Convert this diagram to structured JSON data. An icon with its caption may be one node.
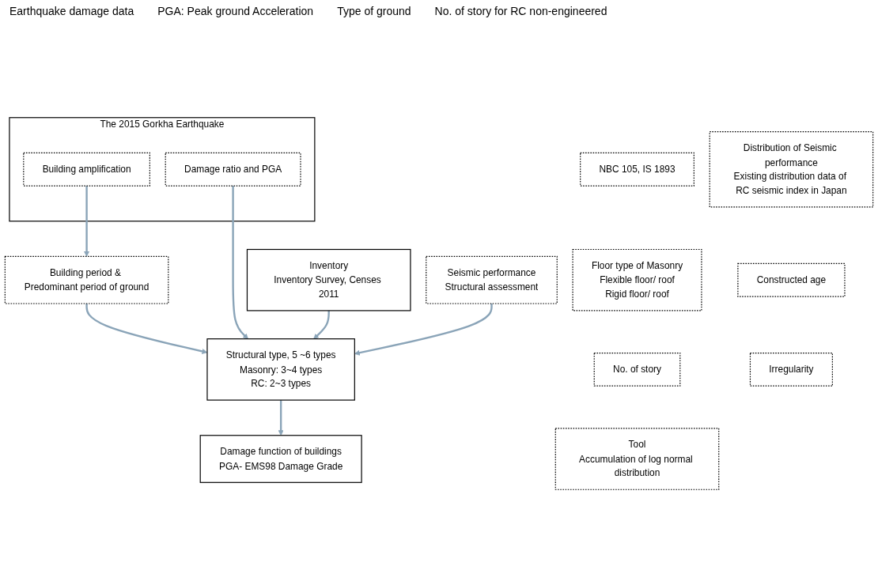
{
  "diagram": {
    "nodes": [
      {
        "text": [
          "The 2015 Gorkha Earthquake"
        ]
      },
      {
        "text": [
          "Building amplification"
        ],
        "in": 0
      },
      {
        "text": [
          "Damage ratio and PGA"
        ],
        "in": 0
      },
      {
        "text": [
          "Building period & Predominant period of ground"
        ]
      },
      {
        "text": [
          "Structural type, 5 ~6 types",
          "Masonry: 3~4 types",
          "RC: 2~3 types"
        ]
      },
      {
        "text": [
          "Inventory",
          "Inventory Survey, Censes 2011"
        ]
      },
      {
        "text": [
          "NBC 105, IS 1893"
        ]
      },
      {
        "text": [
          "Seismic performance",
          "Structural assessment"
        ]
      },
      {
        "text": [
          "Distribution of Seismic performance",
          "Existing distribution data of RC seismic index in Japan"
        ]
      },
      {
        "text": [
          "Damage function of buildings",
          "PGA- EMS98 Damage Grade"
        ]
      },
      {
        "text": [
          "Floor type of Masonry",
          "Flexible floor/ roof",
          "Rigid floor/ roof"
        ]
      },
      {
        "text": [
          "Constructed age"
        ]
      },
      {
        "text": [
          "No. of story"
        ]
      },
      {
        "text": [
          "Irregularity"
        ]
      },
      {
        "text": [
          "Tool",
          "Accumulation of log normal distribution"
        ]
      }
    ],
    "edges": [
      {
        "from": 1,
        "to": 3,
        "arrow": "to"
      },
      {
        "from": 3,
        "to": 4,
        "arrow": "to"
      },
      {
        "from": 2,
        "to": 4,
        "arrow": "to"
      },
      {
        "from": 5,
        "to": 4,
        "arrow": "to"
      },
      {
        "from": 7,
        "to": 4,
        "arrow": "to"
      },
      {
        "from": 4,
        "to": 9,
        "arrow": "to"
      }
    ],
    "labels": [
      "Earthquake damage data",
      "PGA: Peak ground Acceleration",
      "Type of ground",
      "No. of story for RC non-engineered"
    ]
  }
}
